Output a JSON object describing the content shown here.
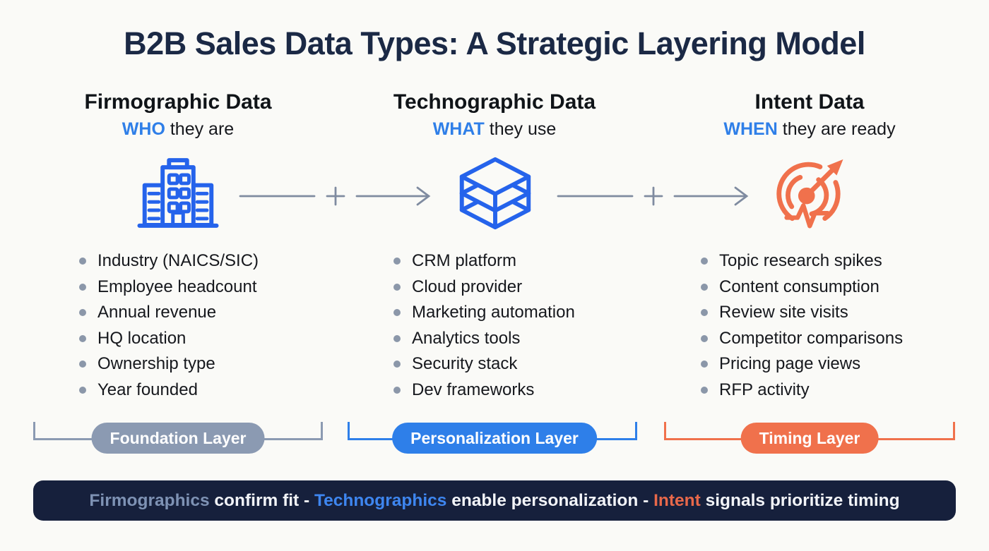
{
  "title": "B2B Sales Data Types: A Strategic Layering Model",
  "columns": [
    {
      "heading": "Firmographic Data",
      "keyword": "WHO",
      "subtitle_rest": "they are",
      "icon": "building-icon",
      "items": [
        "Industry (NAICS/SIC)",
        "Employee headcount",
        "Annual revenue",
        "HQ location",
        "Ownership type",
        "Year founded"
      ],
      "badge": "Foundation Layer",
      "badge_color": "#8b9ab2"
    },
    {
      "heading": "Technographic Data",
      "keyword": "WHAT",
      "subtitle_rest": "they use",
      "icon": "layers-icon",
      "items": [
        "CRM platform",
        "Cloud provider",
        "Marketing automation",
        "Analytics tools",
        "Security stack",
        "Dev frameworks"
      ],
      "badge": "Personalization Layer",
      "badge_color": "#2e7fe9"
    },
    {
      "heading": "Intent Data",
      "keyword": "WHEN",
      "subtitle_rest": "they are ready",
      "icon": "target-arrow-icon",
      "items": [
        "Topic research spikes",
        "Content consumption",
        "Review site visits",
        "Competitor comparisons",
        "Pricing page views",
        "RFP activity"
      ],
      "badge": "Timing Layer",
      "badge_color": "#f0714c"
    }
  ],
  "connector": {
    "plus": "+"
  },
  "icons": {
    "column1": "building-icon",
    "column2": "layers-icon",
    "column3": "target-arrow-icon"
  },
  "colors": {
    "background": "#fafaf7",
    "title_navy": "#1b2945",
    "accent_blue": "#2f7fe8",
    "icon_blue": "#2563eb",
    "icon_orange": "#f0714c",
    "foundation_gray": "#8b9ab2",
    "personalization_blue": "#2e7fe9",
    "timing_orange": "#f0714c",
    "bullet_gray": "#8b97a9",
    "connector_gray": "#7f8ba0",
    "footer_navy": "#16203c"
  },
  "footer": {
    "segments": [
      {
        "text": "Firmographics",
        "tone": "muted"
      },
      {
        "text": " confirm fit - ",
        "tone": "white"
      },
      {
        "text": "Technographics",
        "tone": "blue"
      },
      {
        "text": " enable personalization - ",
        "tone": "white"
      },
      {
        "text": "Intent",
        "tone": "orange"
      },
      {
        "text": " signals prioritize timing",
        "tone": "white"
      }
    ]
  }
}
